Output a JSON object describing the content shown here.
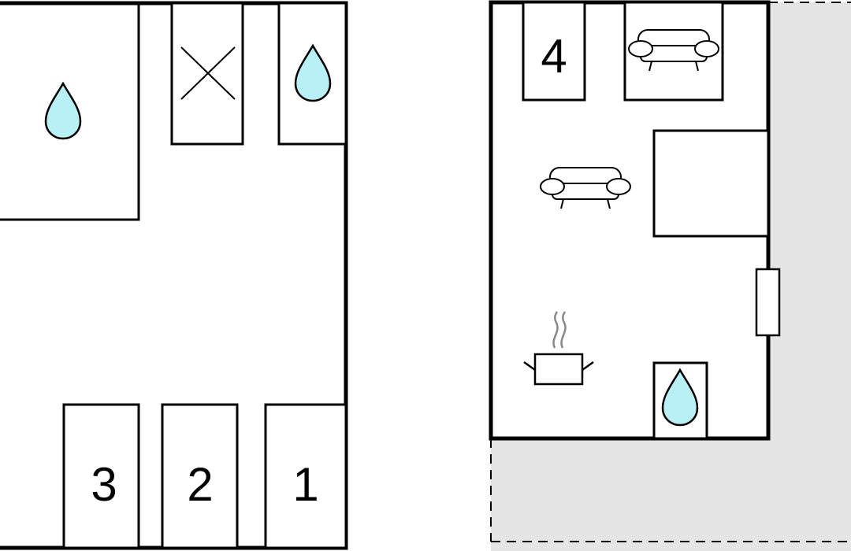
{
  "colors": {
    "wall": "#000000",
    "water": "#b8f0f5",
    "terrace": "#e5e5e5",
    "steam": "#888888",
    "background": "#ffffff"
  },
  "left_unit": {
    "beds": [
      {
        "label": "3",
        "icon": "bed"
      },
      {
        "label": "2",
        "icon": "bed"
      },
      {
        "label": "1",
        "icon": "bed"
      }
    ],
    "fixtures": [
      "shower-water-icon",
      "wc-cross-icon",
      "sink-water-icon"
    ]
  },
  "right_unit": {
    "beds": [
      {
        "label": "4",
        "icon": "bed"
      }
    ],
    "fixtures": [
      "sofa-icon",
      "sofa-icon",
      "cooking-pot-icon",
      "sink-water-icon",
      "table",
      "window"
    ],
    "outdoor": "terrace-area"
  }
}
